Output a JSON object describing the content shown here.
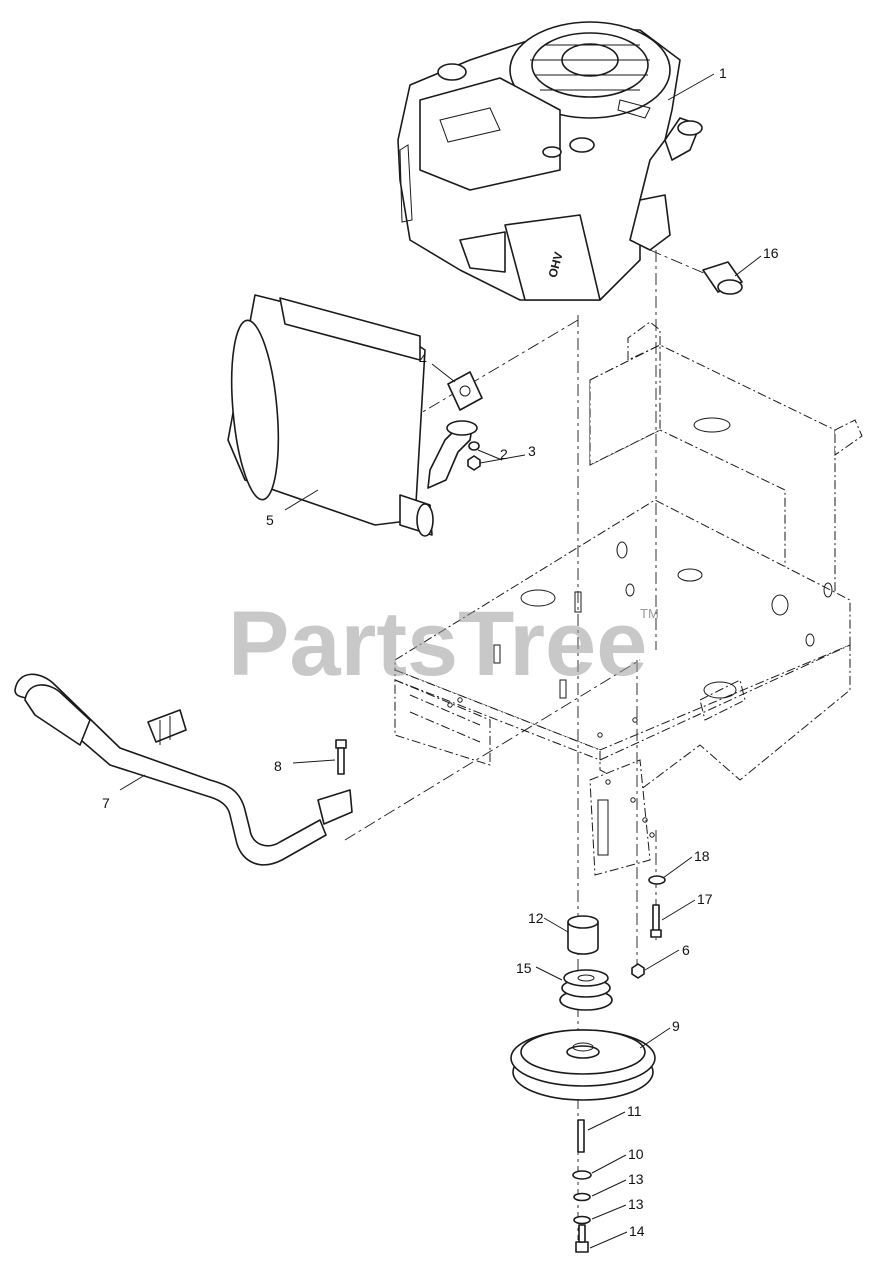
{
  "watermark": {
    "text": "PartsTree",
    "trademark": "TM"
  },
  "engine_label": "OHV",
  "callouts": [
    {
      "id": "c1",
      "label": "1"
    },
    {
      "id": "c2",
      "label": "2"
    },
    {
      "id": "c3",
      "label": "3"
    },
    {
      "id": "c4",
      "label": "4"
    },
    {
      "id": "c5",
      "label": "5"
    },
    {
      "id": "c6",
      "label": "6"
    },
    {
      "id": "c7",
      "label": "7"
    },
    {
      "id": "c8",
      "label": "8"
    },
    {
      "id": "c9",
      "label": "9"
    },
    {
      "id": "c10",
      "label": "10"
    },
    {
      "id": "c11",
      "label": "11"
    },
    {
      "id": "c12",
      "label": "12"
    },
    {
      "id": "c13a",
      "label": "13"
    },
    {
      "id": "c13b",
      "label": "13"
    },
    {
      "id": "c14",
      "label": "14"
    },
    {
      "id": "c15",
      "label": "15"
    },
    {
      "id": "c16",
      "label": "16"
    },
    {
      "id": "c17",
      "label": "17"
    },
    {
      "id": "c18",
      "label": "18"
    }
  ]
}
